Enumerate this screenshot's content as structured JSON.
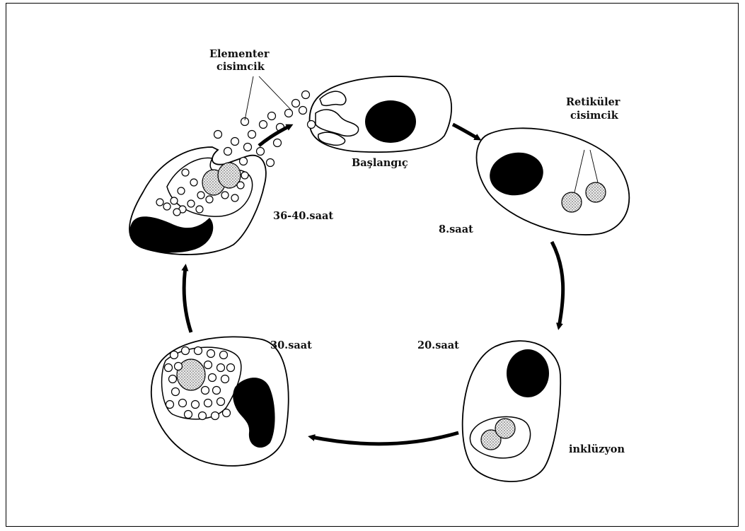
{
  "labels": {
    "elementer": "Elementer",
    "cisimcik_1": "cisimcik",
    "retikuler": "Retiküler",
    "cisimcik_2": "cisimcik",
    "baslangic": "Başlangıç",
    "saat_36_40": "36-40.saat",
    "saat_8": "8.saat",
    "saat_20": "20.saat",
    "saat_30": "30.saat",
    "inkluzyon": "inklüzyon"
  },
  "colors": {
    "ink": "#000000",
    "stipple": "#dcdcdc",
    "paper": "#ffffff"
  }
}
